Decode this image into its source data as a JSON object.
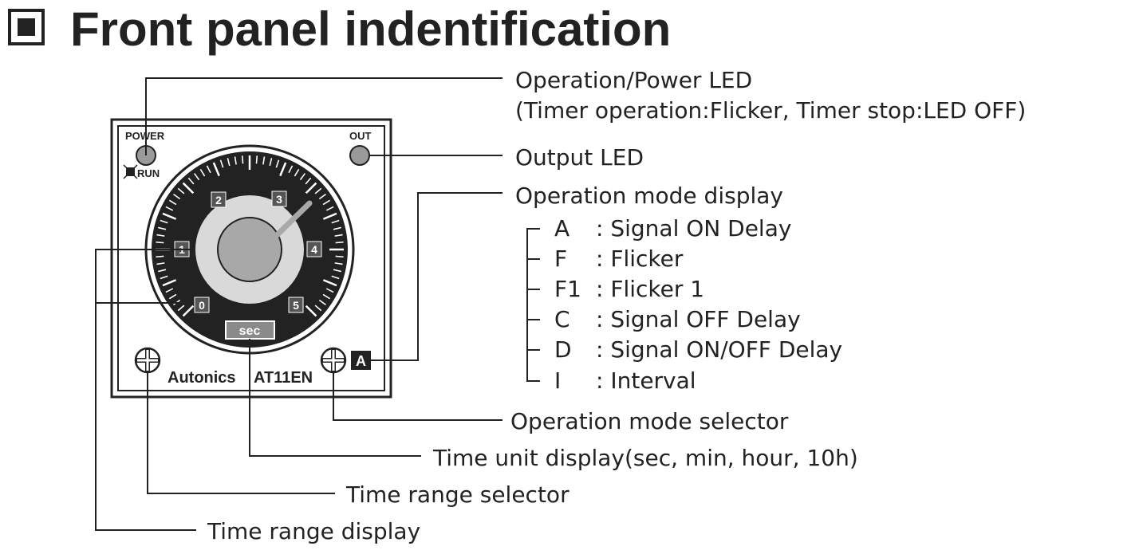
{
  "title": "Front panel indentification",
  "panel": {
    "power_label": "POWER",
    "run_label": "RUN",
    "out_label": "OUT",
    "brand": "Autonics",
    "model": "AT11EN",
    "unit_display": "sec",
    "mode_indicator": "A",
    "dial_numbers": [
      "0",
      "1",
      "2",
      "3",
      "4",
      "5"
    ]
  },
  "callouts": {
    "power_led_line1": "Operation/Power LED",
    "power_led_line2": "(Timer operation:Flicker, Timer stop:LED OFF)",
    "output_led": "Output LED",
    "mode_display": "Operation mode display",
    "modes": [
      {
        "code": "A",
        "desc": ": Signal ON Delay"
      },
      {
        "code": "F",
        "desc": ": Flicker"
      },
      {
        "code": "F1",
        "desc": ": Flicker 1"
      },
      {
        "code": "C",
        "desc": ": Signal OFF Delay"
      },
      {
        "code": "D",
        "desc": ": Signal ON/OFF Delay"
      },
      {
        "code": "I",
        "desc": ": Interval"
      }
    ],
    "mode_selector": "Operation mode selector",
    "time_unit_display": "Time unit display(sec, min, hour, 10h)",
    "time_range_selector": "Time range selector",
    "time_range_display": "Time range display"
  }
}
